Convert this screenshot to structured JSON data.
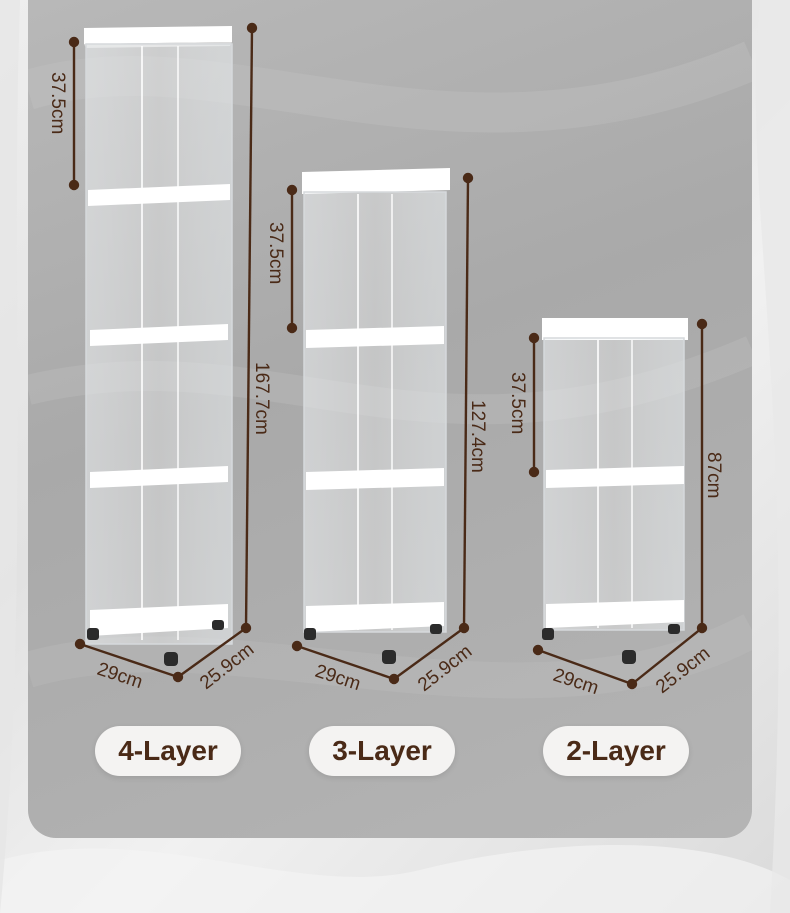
{
  "products": [
    {
      "label": "4-Layer",
      "layers": 4,
      "dimensions": {
        "layer_height": "37.5cm",
        "total_height": "167.7cm",
        "width": "29cm",
        "depth": "25.9cm"
      }
    },
    {
      "label": "3-Layer",
      "layers": 3,
      "dimensions": {
        "layer_height": "37.5cm",
        "total_height": "127.4cm",
        "width": "29cm",
        "depth": "25.9cm"
      }
    },
    {
      "label": "2-Layer",
      "layers": 2,
      "dimensions": {
        "layer_height": "37.5cm",
        "total_height": "87cm",
        "width": "29cm",
        "depth": "25.9cm"
      }
    }
  ],
  "colors": {
    "dimension_line": "#4a2a17",
    "panel": "#b1b1b1",
    "label_pill": "#f4f3f2",
    "shelf_white": "#ffffff"
  }
}
